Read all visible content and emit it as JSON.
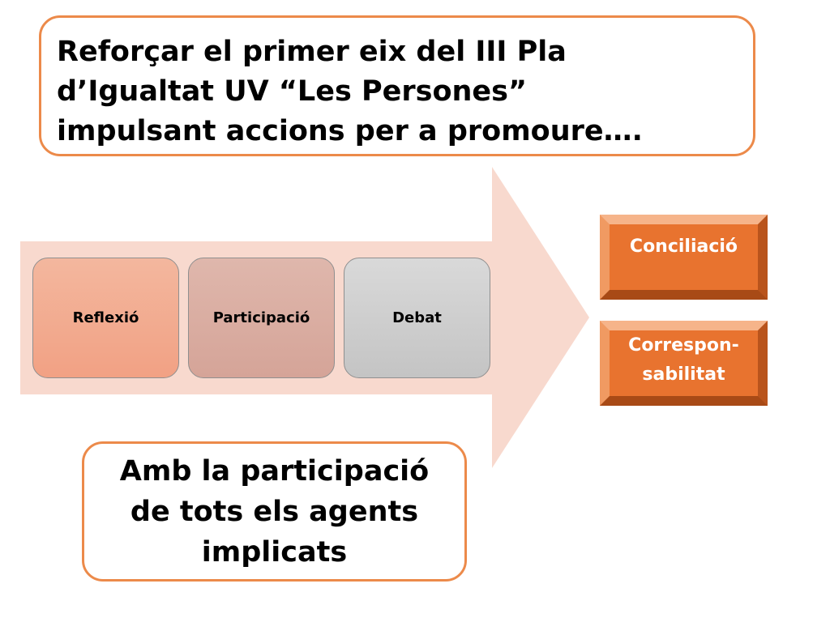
{
  "top_callout": {
    "text": "Reforçar el primer eix del III Pla\nd’Igualtat UV “Les Persones”\nimpulsant accions per a promoure…."
  },
  "process_steps": [
    {
      "label": "Reflexió"
    },
    {
      "label": "Participació"
    },
    {
      "label": "Debat"
    }
  ],
  "outcomes": [
    {
      "label": "Conciliació"
    },
    {
      "label": "Correspon-\nsabilitat"
    }
  ],
  "bottom_callout": {
    "text": "Amb la participació\nde tots els agents\nimplicats"
  },
  "colors": {
    "callout_border": "#ec8a4a",
    "arrow_fill": "#f8d9ce",
    "outcome_fill": "#e8732f",
    "reflexio_fill": "#f2a184",
    "participacio_fill": "#d5a498",
    "debat_fill": "#c4c4c4"
  }
}
